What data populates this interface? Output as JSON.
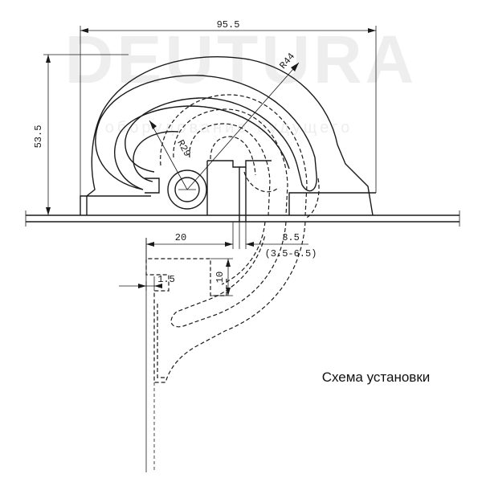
{
  "watermark": {
    "brand": "DEUTURA",
    "tagline": "оборудование будущего"
  },
  "dimensions": {
    "width_total": "95.5",
    "height_total": "53.5",
    "radius_large": "R44",
    "radius_small": "R29",
    "offset_20": "20",
    "gap": "3.5",
    "gap_range": "(3.5-6.5)",
    "thickness": "1.5",
    "depth": "10"
  },
  "caption": "Схема установки"
}
